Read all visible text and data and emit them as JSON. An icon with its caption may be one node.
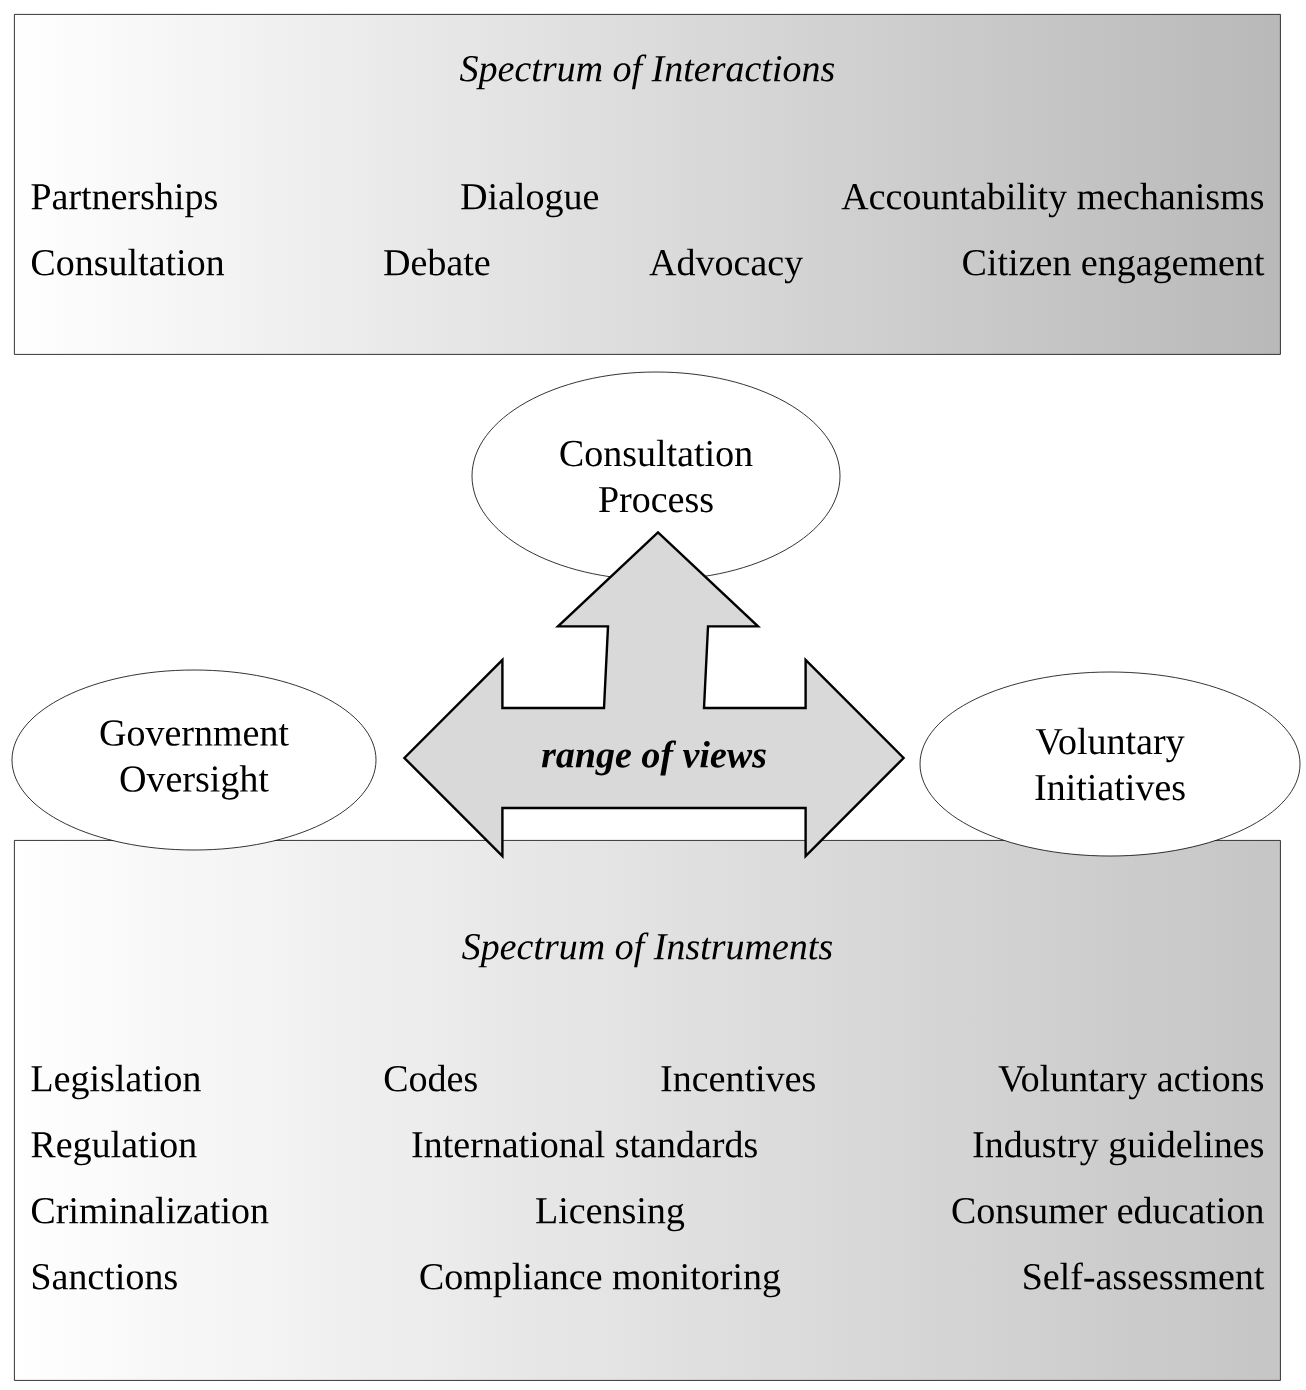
{
  "diagram": {
    "nodes": [
      {
        "text": [
          "Spectrum of Interactions",
          "Partnerships",
          "Dialogue",
          "Accountability mechanisms",
          "Consultation",
          "Debate",
          "Advocacy",
          "Citizen engagement"
        ]
      },
      {
        "text": [
          "Consultation Process"
        ]
      },
      {
        "text": [
          "Government Oversight"
        ]
      },
      {
        "text": [
          "Voluntary Initiatives"
        ]
      },
      {
        "text": [
          "Spectrum of Instruments",
          "Legislation",
          "Codes",
          "Incentives",
          "Voluntary actions",
          "Regulation",
          "International standards",
          "Industry guidelines",
          "Criminalization",
          "Licensing",
          "Consumer education",
          "Sanctions",
          "Compliance monitoring",
          "Self-assessment"
        ]
      }
    ],
    "edges": [
      {
        "from": 2,
        "to": 3,
        "arrow": "both",
        "label": "range of views"
      },
      {
        "from": null,
        "to": 1,
        "arrow": "to"
      }
    ]
  }
}
